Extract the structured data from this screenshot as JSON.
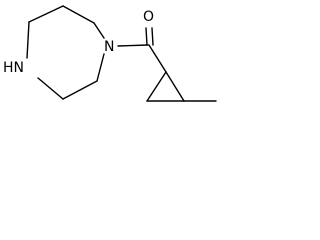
{
  "molecule": {
    "atoms": {
      "amine": "HN",
      "amide_nitrogen": "N",
      "carbonyl_oxygen": "O"
    },
    "colors": {
      "bond": "#000000",
      "label": "#000000",
      "background": "#ffffff"
    }
  }
}
